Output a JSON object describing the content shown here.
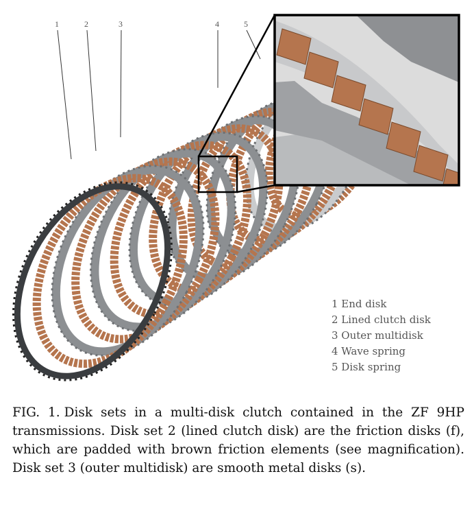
{
  "figure": {
    "callouts": [
      "1",
      "2",
      "3",
      "4",
      "5"
    ],
    "legend": [
      "1 End disk",
      "2 Lined clutch disk",
      "3 Outer multidisk",
      "4 Wave spring",
      "5 Disk spring"
    ],
    "caption": {
      "label": "FIG. 1.",
      "text": "Disk sets in a multi-disk clutch contained in the ZF 9HP transmissions. Disk set 2 (lined clutch disk) are the friction disks (f), which are padded with brown friction elements (see magnification). Disk set 3 (outer multidisk) are smooth metal disks (s)."
    },
    "colors": {
      "friction": "#b5754e",
      "steel": "#8c8f92",
      "dark": "#3a3d40",
      "light": "#c9cbcd"
    }
  }
}
